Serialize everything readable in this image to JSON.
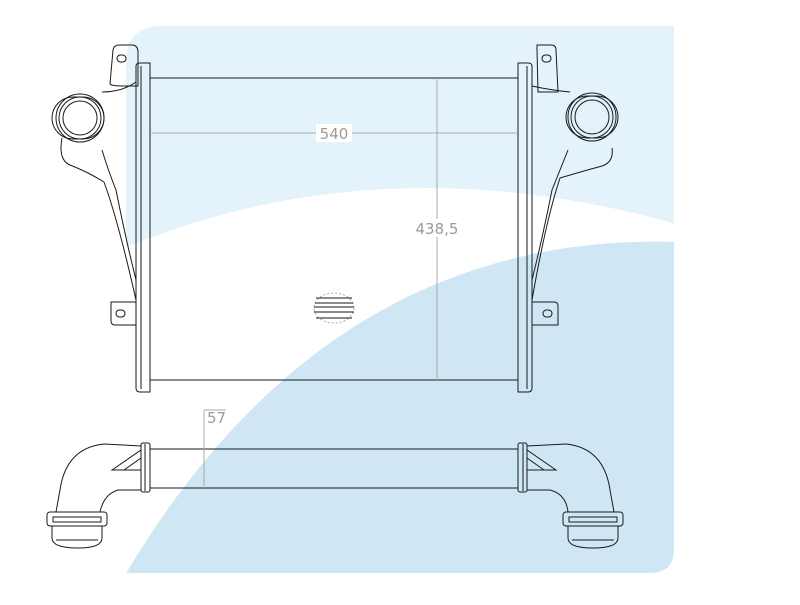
{
  "drawing": {
    "dimensions": {
      "width_label": "540",
      "height_label": "438,5",
      "depth_label": "57"
    },
    "colors": {
      "background_light": "#e4f2fb",
      "background_mid": "#cfe6f5",
      "line": "#1a1a1a",
      "dimension_line": "#aaaaaa",
      "dimension_text": "#9a9a9a"
    }
  }
}
